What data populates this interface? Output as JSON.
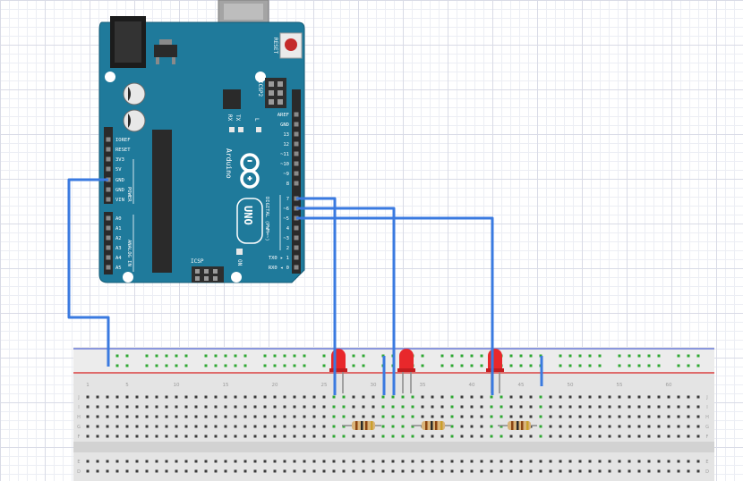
{
  "arduino": {
    "brand": "Arduino",
    "model": "UNO",
    "reset_label": "RESET",
    "icsp_label": "ICSP",
    "icsp2_label": "ICSP2",
    "tx_label": "TX",
    "rx_label": "RX",
    "l_label": "L",
    "on_label": "ON",
    "digital_label": "DIGITAL (PWM=~)",
    "power_label": "POWER",
    "analog_label": "ANALOG IN",
    "digital_pins": [
      "AREF",
      "GND",
      "13",
      "12",
      "~11",
      "~10",
      "~9",
      "8",
      "7",
      "~6",
      "~5",
      "4",
      "~3",
      "2",
      "TX0 ▸ 1",
      "RX0 ◂ 0"
    ],
    "power_pins": [
      "IOREF",
      "RESET",
      "3V3",
      "5V",
      "GND",
      "GND",
      "VIN"
    ],
    "analog_pins": [
      "A0",
      "A1",
      "A2",
      "A3",
      "A4",
      "A5"
    ]
  },
  "breadboard": {
    "column_numbers": [
      "1",
      "5",
      "10",
      "15",
      "20",
      "25",
      "30",
      "35",
      "40",
      "45",
      "50",
      "55",
      "60"
    ],
    "row_letters_top": [
      "J",
      "I",
      "H",
      "G",
      "F"
    ],
    "row_letters_bottom": [
      "E",
      "D"
    ]
  },
  "colors": {
    "board": "#1f7a9b",
    "wire": "#3a7ae0",
    "led": "#e8282b",
    "rail_red": "#d94040",
    "rail_blue": "#6a7bd8",
    "hole_active": "#2ea832"
  }
}
